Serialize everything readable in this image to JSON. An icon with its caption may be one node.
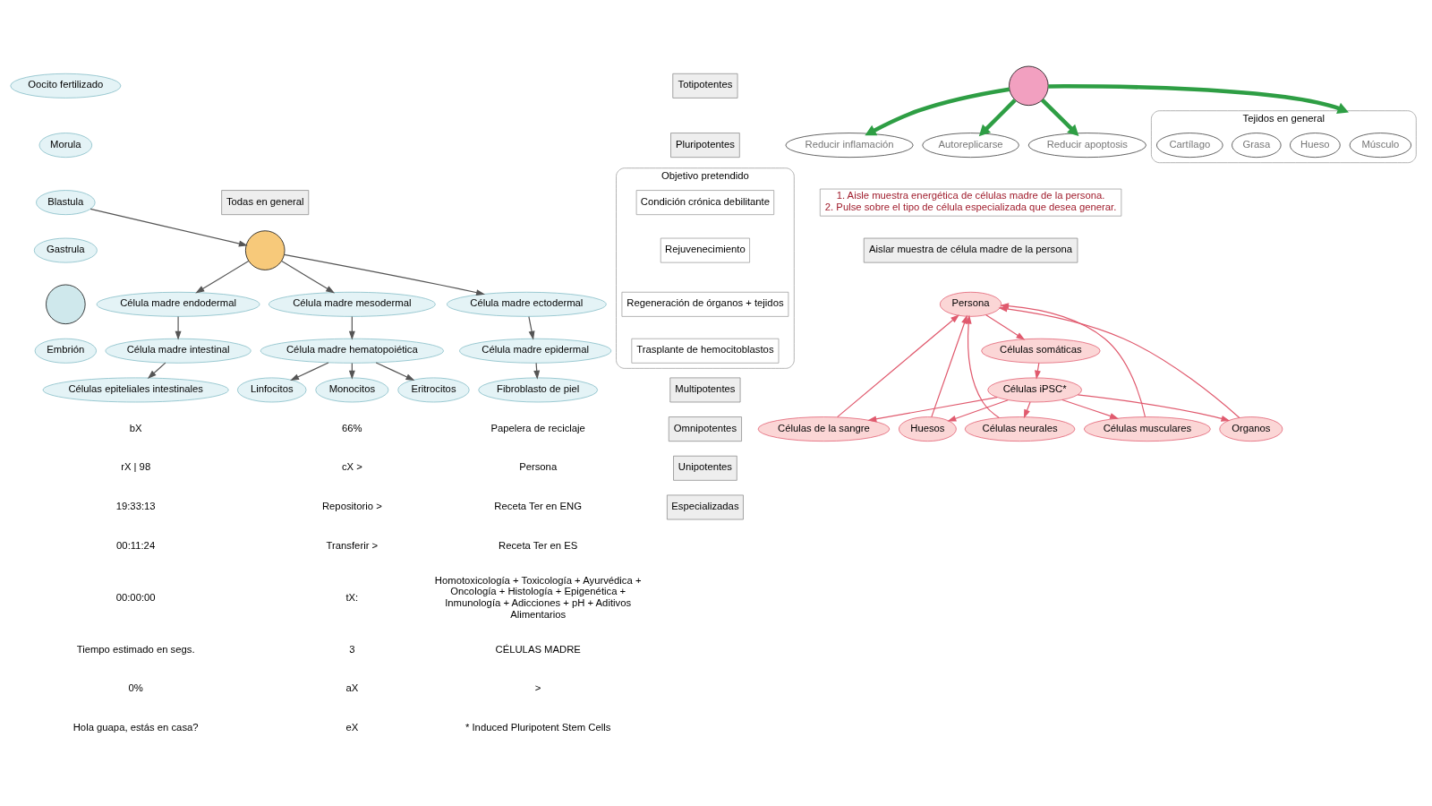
{
  "diagram": {
    "nodes": [
      {
        "text": [
          "Oocito fertilizado"
        ]
      },
      {
        "text": [
          "Morula"
        ]
      },
      {
        "text": [
          "Blastula"
        ]
      },
      {
        "text": [
          "Gastrula"
        ]
      },
      {
        "text": [],
        "shape": "circle"
      },
      {
        "text": [
          "Embrión"
        ]
      },
      {
        "text": [
          "Todas en general"
        ]
      },
      {
        "text": [],
        "shape": "circle"
      },
      {
        "text": [
          "Célula madre endodermal"
        ]
      },
      {
        "text": [
          "Célula madre mesodermal"
        ]
      },
      {
        "text": [
          "Célula madre ectodermal"
        ]
      },
      {
        "text": [
          "Célula madre hematopoiética"
        ]
      },
      {
        "text": [
          "Célula madre intestinal"
        ]
      },
      {
        "text": [
          "Célula madre epidermal"
        ]
      },
      {
        "text": [
          "Células epiteliales intestinales"
        ]
      },
      {
        "text": [
          "Linfocitos"
        ]
      },
      {
        "text": [
          "Monocitos"
        ]
      },
      {
        "text": [
          "Eritrocitos"
        ]
      },
      {
        "text": [
          "Fibroblasto de piel"
        ]
      },
      {
        "text": [
          "Totipotentes"
        ]
      },
      {
        "text": [
          "Pluripotentes"
        ]
      },
      {
        "text": [
          "Objetivo pretendido"
        ]
      },
      {
        "text": [
          "Condición crónica debilitante"
        ],
        "in": 21
      },
      {
        "text": [
          "Rejuvenecimiento"
        ],
        "in": 21
      },
      {
        "text": [
          "Regeneración de órganos + tejidos"
        ],
        "in": 21
      },
      {
        "text": [
          "Trasplante de hemocitoblastos"
        ],
        "in": 21
      },
      {
        "text": [
          "Multipotentes"
        ]
      },
      {
        "text": [
          "Omnipotentes"
        ]
      },
      {
        "text": [
          "Unipotentes"
        ]
      },
      {
        "text": [
          "Especializadas"
        ]
      },
      {
        "text": [
          "Reducir inflamación"
        ]
      },
      {
        "text": [],
        "shape": "circle"
      },
      {
        "text": [
          "Autoreplicarse"
        ]
      },
      {
        "text": [
          "Reducir apoptosis"
        ]
      },
      {
        "text": [
          "Tejidos en general"
        ]
      },
      {
        "text": [
          "Músculo"
        ],
        "in": 34
      },
      {
        "text": [
          "Hueso"
        ],
        "in": 34
      },
      {
        "text": [
          "Grasa"
        ],
        "in": 34
      },
      {
        "text": [
          "Cartílago"
        ],
        "in": 34
      },
      {
        "text": [
          "1. Aisle muestra energética de células madre de la persona.",
          "2. Pulse sobre el tipo de célula especializada que desea generar."
        ]
      },
      {
        "text": [
          "Aislar muestra de célula madre de la persona"
        ]
      },
      {
        "text": [
          "Persona"
        ]
      },
      {
        "text": [
          "Células somáticas"
        ]
      },
      {
        "text": [
          "Células iPSC*"
        ]
      },
      {
        "text": [
          "Células neurales"
        ]
      },
      {
        "text": [
          "Células musculares"
        ]
      },
      {
        "text": [
          "Organos"
        ]
      },
      {
        "text": [
          "Células de la sangre"
        ]
      },
      {
        "text": [
          "Huesos"
        ]
      }
    ],
    "edges": [
      {
        "from": 2,
        "to": 7,
        "arrow": "to"
      },
      {
        "from": 7,
        "to": 8,
        "arrow": "to"
      },
      {
        "from": 7,
        "to": 9,
        "arrow": "to"
      },
      {
        "from": 7,
        "to": 10,
        "arrow": "to"
      },
      {
        "from": 9,
        "to": 11,
        "arrow": "to"
      },
      {
        "from": 8,
        "to": 12,
        "arrow": "to"
      },
      {
        "from": 12,
        "to": 14,
        "arrow": "to"
      },
      {
        "from": 11,
        "to": 15,
        "arrow": "to"
      },
      {
        "from": 11,
        "to": 16,
        "arrow": "to"
      },
      {
        "from": 11,
        "to": 17,
        "arrow": "to"
      },
      {
        "from": 10,
        "to": 13,
        "arrow": "to"
      },
      {
        "from": 13,
        "to": 18,
        "arrow": "to"
      },
      {
        "from": 31,
        "to": 30,
        "arrow": "to",
        "style": "thick",
        "color": "#2e9e44"
      },
      {
        "from": 31,
        "to": 33,
        "arrow": "to",
        "style": "thick",
        "color": "#2e9e44"
      },
      {
        "from": 31,
        "to": 34,
        "arrow": "to",
        "style": "thick",
        "color": "#2e9e44"
      },
      {
        "from": 31,
        "to": 32,
        "arrow": "to",
        "style": "thick",
        "color": "#2e9e44"
      },
      {
        "from": 41,
        "to": 42,
        "arrow": "to",
        "color": "#e05a6e"
      },
      {
        "from": 42,
        "to": 43,
        "arrow": "to",
        "color": "#e05a6e"
      },
      {
        "from": 43,
        "to": 44,
        "arrow": "to",
        "color": "#e05a6e"
      },
      {
        "from": 43,
        "to": 45,
        "arrow": "to",
        "color": "#e05a6e"
      },
      {
        "from": 43,
        "to": 46,
        "arrow": "to",
        "color": "#e05a6e"
      },
      {
        "from": 43,
        "to": 47,
        "arrow": "to",
        "color": "#e05a6e"
      },
      {
        "from": 43,
        "to": 48,
        "arrow": "to",
        "color": "#e05a6e"
      },
      {
        "from": 44,
        "to": 41,
        "arrow": "to",
        "color": "#e05a6e"
      },
      {
        "from": 45,
        "to": 41,
        "arrow": "to",
        "color": "#e05a6e"
      },
      {
        "from": 46,
        "to": 41,
        "arrow": "to",
        "color": "#e05a6e"
      },
      {
        "from": 47,
        "to": 41,
        "arrow": "to",
        "color": "#e05a6e"
      },
      {
        "from": 48,
        "to": 41,
        "arrow": "to",
        "color": "#e05a6e"
      }
    ],
    "labels": [
      "Papelera de reciclaje",
      "Persona",
      "Receta Ter en ENG",
      "Receta Ter en ES",
      "Homotoxicología + Toxicología + Ayurvédica + Oncología + Histología + Epigenética + Inmunología + Adicciones + pH + Aditivos Alimentarios",
      "CÉLULAS MADRE",
      ">",
      "* Induced Pluripotent Stem Cells",
      "66%",
      "cX >",
      "Repositorio >",
      "Transferir >",
      "tX:",
      "3",
      "aX",
      "eX",
      "bX",
      "rX | 98",
      "19:33:13",
      "00:11:24",
      "00:00:00",
      "Tiempo estimado en segs.",
      "0%",
      "Hola guapa, estás en casa?"
    ]
  }
}
